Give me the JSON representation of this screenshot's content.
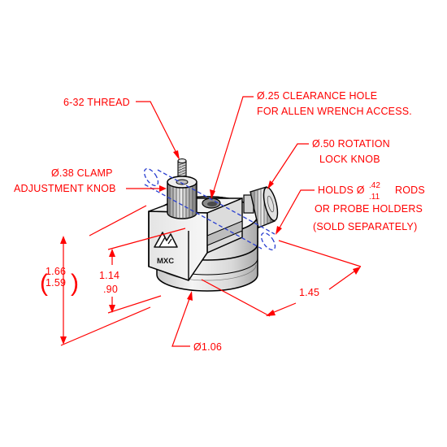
{
  "labels": {
    "thread": "6-32 THREAD",
    "clearance_line1": "Ø.25 CLEARANCE HOLE",
    "clearance_line2": "FOR ALLEN WRENCH ACCESS.",
    "rotation_line1": "Ø.50 ROTATION",
    "rotation_line2": "LOCK KNOB",
    "clamp_line1": "Ø.38 CLAMP",
    "clamp_line2": "ADJUSTMENT KNOB",
    "holds_prefix": "HOLDS Ø",
    "holds_max": ".42",
    "holds_min": ".11",
    "holds_suffix": "RODS",
    "holds_line2": "OR PROBE HOLDERS",
    "holds_line3": "(SOLD SEPARATELY)",
    "height_max": "1.66",
    "height_min": "1.59",
    "center_max": "1.14",
    "center_min": ".90",
    "width": "1.45",
    "diameter": "Ø1.06",
    "logo_text": "MXC"
  },
  "colors": {
    "annotation": "#ff0000",
    "outline": "#000000",
    "rod_hidden_line": "#2a3fd0"
  }
}
